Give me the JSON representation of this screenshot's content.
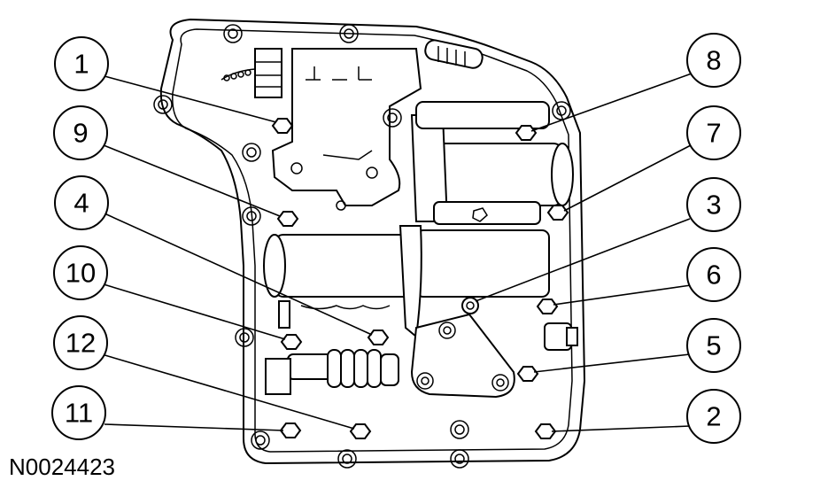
{
  "callouts": [
    {
      "id": "1",
      "label": "1"
    },
    {
      "id": "2",
      "label": "2"
    },
    {
      "id": "3",
      "label": "3"
    },
    {
      "id": "4",
      "label": "4"
    },
    {
      "id": "5",
      "label": "5"
    },
    {
      "id": "6",
      "label": "6"
    },
    {
      "id": "7",
      "label": "7"
    },
    {
      "id": "8",
      "label": "8"
    },
    {
      "id": "9",
      "label": "9"
    },
    {
      "id": "10",
      "label": "10"
    },
    {
      "id": "11",
      "label": "11"
    },
    {
      "id": "12",
      "label": "12"
    }
  ],
  "reference_code": "N0024423"
}
